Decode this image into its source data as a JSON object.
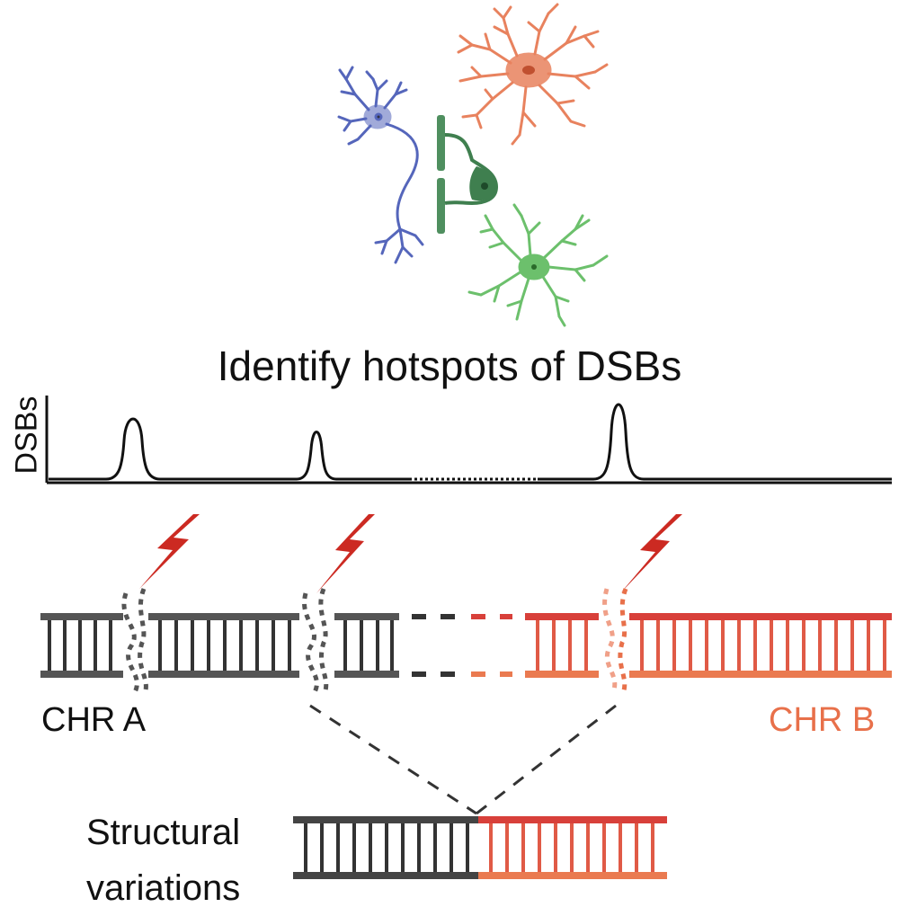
{
  "title": "Identify hotspots of DSBs",
  "y_axis_label": "DSBs",
  "chromosome_a_label": "CHR A",
  "chromosome_b_label": "CHR B",
  "result_label": {
    "line1": "Structural",
    "line2": "variations"
  },
  "colors": {
    "neuron": "#5566bb",
    "astrocyte": "#e8825e",
    "oligodendrocyte": "#3f7f4f",
    "microglia": "#6cc06c",
    "chr_a": "#555555",
    "chr_b_top": "#d8403a",
    "chr_b_bottom": "#ea7a50",
    "lightning": "#cc2a22",
    "text": "#111111"
  },
  "icons": [
    "neuron-icon",
    "astrocyte-icon",
    "oligodendrocyte-icon",
    "microglia-icon",
    "lightning-icon",
    "dna-ladder-icon"
  ]
}
